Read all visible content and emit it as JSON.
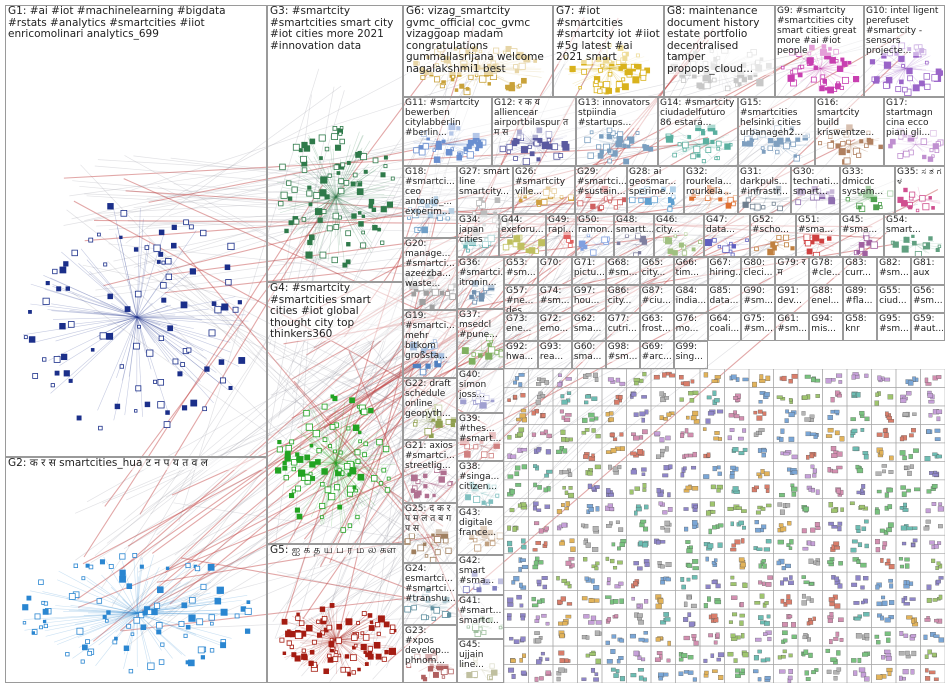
{
  "graph": {
    "groups": [
      {
        "id": "G1",
        "text": "G1: #ai #iot #machinelearning #bigdata #rstats #analytics #smartcities #iiot enricomolinari analytics_699",
        "color": "#1b2f8a"
      },
      {
        "id": "G2",
        "text": "G2: क र स smartcities_hua ट न प य त व ल",
        "color": "#2a86d1"
      },
      {
        "id": "G3",
        "text": "G3: #smartcity #smartcities smart city #iot cities more 2021 #innovation data",
        "color": "#2f7a4a"
      },
      {
        "id": "G4",
        "text": "G4: #smartcity #smartcities smart cities #iot global thought city top thinkers360",
        "color": "#22a322"
      },
      {
        "id": "G5",
        "text": "G5: ஐ க த ய ப ர ம ல கள",
        "color": "#a51c12"
      },
      {
        "id": "G6",
        "text": "G6: vizag_smartcity gvmc_official coc_gvmc vizaggoap madam congratulations gummallasrijana welcome nagalakshmi1 best",
        "color": "#c9a23a"
      },
      {
        "id": "G7",
        "text": "G7: #iot #smartcities #smartcity iot #iiot #5g latest #ai 2021 smart",
        "color": "#d9b21c"
      },
      {
        "id": "G8",
        "text": "G8: maintenance document history estate portfolio decentralised tamper propops_cloud...",
        "color": "#c7c7c7"
      },
      {
        "id": "G9",
        "text": "G9: #smartcity #smartcities city smart cities great more #ai #iot people",
        "color": "#c83fb0"
      },
      {
        "id": "G10",
        "text": "G10: intel ligent perefuset #smartcity - sensors projecte...",
        "color": "#9a64c8"
      },
      {
        "id": "G11",
        "text": "G11: #smartcity bewerben citylabberlin #berlin...",
        "color": "#6a8fd0"
      },
      {
        "id": "G12",
        "text": "G12: र क य alliencear airportbilaspur त म स",
        "color": "#5a5aa0"
      },
      {
        "id": "G13",
        "text": "G13: innovators stpiindia #startups...",
        "color": "#7a9fc0"
      },
      {
        "id": "G14",
        "text": "G14: #smartcity ciudadelfuturo 86 estará...",
        "color": "#5ab0a0"
      },
      {
        "id": "G15",
        "text": "G15: #smartcities helsinki cities urbanageh2...",
        "color": "#80a0c0"
      },
      {
        "id": "G16",
        "text": "G16: smartcity build kriswentze...",
        "color": "#b08060"
      },
      {
        "id": "G17",
        "text": "G17: startmagn cina ecco piani gli...",
        "color": "#c090d0"
      },
      {
        "id": "G18",
        "text": "G18: #smartci... ceo antonio_... experim...",
        "color": "#6fa0c8"
      },
      {
        "id": "G27",
        "text": "G27: smart line smartcity...",
        "color": "#bbbbbb"
      },
      {
        "id": "G26",
        "text": "G26: #smartcity ville...",
        "color": "#d0a040"
      },
      {
        "id": "G29",
        "text": "G29: #smartci... #sustain...",
        "color": "#d06060"
      },
      {
        "id": "G28",
        "text": "G28: ai geosmar... sperime...",
        "color": "#60a0d0"
      },
      {
        "id": "G32",
        "text": "G32: rourkela... rourkela...",
        "color": "#e07030"
      },
      {
        "id": "G31",
        "text": "G31: darkpuls... #infrastr...",
        "color": "#708090"
      },
      {
        "id": "G30",
        "text": "G30: technati... smart...",
        "color": "#9070b0"
      },
      {
        "id": "G33",
        "text": "G33: dmicdc system...",
        "color": "#50a050"
      },
      {
        "id": "G35",
        "text": "G35: ಸ ತ ಗ ಳ",
        "color": "#d05090"
      },
      {
        "id": "G20",
        "text": "G20: manage... #smartci... azeezba... waste...",
        "color": "#a0a0a0"
      },
      {
        "id": "G34",
        "text": "G34: japan cities",
        "color": "#60b0b0"
      },
      {
        "id": "G44",
        "text": "G44: exeforu...",
        "color": "#c0c060"
      },
      {
        "id": "G49",
        "text": "G49: rapi...",
        "color": "#e06060"
      },
      {
        "id": "G50",
        "text": "G50: ramon...",
        "color": "#80a0e0"
      },
      {
        "id": "G48",
        "text": "G48: smartt...",
        "color": "#8080a0"
      },
      {
        "id": "G46",
        "text": "G46: city...",
        "color": "#a0c080"
      },
      {
        "id": "G47",
        "text": "G47: data...",
        "color": "#6060c0"
      },
      {
        "id": "G52",
        "text": "G52: #scho...",
        "color": "#c08040"
      },
      {
        "id": "G51",
        "text": "G51: #sma...",
        "color": "#d04040"
      },
      {
        "id": "G45_",
        "text": "G45: #sma...",
        "color": "#a060a0"
      },
      {
        "id": "G54",
        "text": "G54: smart...",
        "color": "#60a080"
      },
      {
        "id": "G36",
        "text": "G36: #smartci... itronin...",
        "color": "#7090b0"
      },
      {
        "id": "G19",
        "text": "G19: #smartci... mehr bitkom großsta...",
        "color": "#5080c0"
      },
      {
        "id": "G22",
        "text": "G22: draft schedule online geopyth...",
        "color": "#90a050"
      },
      {
        "id": "G21",
        "text": "G21: axios #smartci... streetlig...",
        "color": "#b07090"
      },
      {
        "id": "G25",
        "text": "G25: द क र प म ल त ब ग प स",
        "color": "#a08060"
      },
      {
        "id": "G24",
        "text": "G24: esmartci... #smartci... #transhu...",
        "color": "#6090a0"
      },
      {
        "id": "G23",
        "text": "G23: #xpos develop... phnom...",
        "color": "#b06060"
      },
      {
        "id": "G37",
        "text": "G37: msedcl #pune...",
        "color": "#80b060"
      },
      {
        "id": "G40",
        "text": "G40: simon joss...",
        "color": "#a0a0d0"
      },
      {
        "id": "G39",
        "text": "G39: #thes... #smart...",
        "color": "#d08080"
      },
      {
        "id": "G38",
        "text": "G38: #singa... citizen...",
        "color": "#80c0c0"
      },
      {
        "id": "G43",
        "text": "G43: digitale france...",
        "color": "#c0a080"
      },
      {
        "id": "G42",
        "text": "G42: smart #sma...",
        "color": "#8080c0"
      },
      {
        "id": "G41",
        "text": "G41: #smart... smartc...",
        "color": "#a0c0a0"
      },
      {
        "id": "G45",
        "text": "G45: ujjain line...",
        "color": "#c0c0a0"
      }
    ],
    "small_labels": [
      "G53: #sm...",
      "G70:",
      "G71: pictu...",
      "G68: #sm...",
      "G65: city...",
      "G66: tim...",
      "G67: hiring...",
      "G80: cleci...",
      "G79: र म",
      "G78: #cle...",
      "G83: curr...",
      "G82: #sm...",
      "G81: aux",
      "G57: #ne... des...",
      "G74: #sm...",
      "G97: hou...",
      "G86: city...",
      "G87: #ciu...",
      "G84: india...",
      "G85: data...",
      "G90: #sm...",
      "G91: dev...",
      "G88: enel...",
      "G89: #fla...",
      "G55: ciud...",
      "G56: #sm...",
      "G73: ene...",
      "G72: emo...",
      "G62: sma...",
      "G77: cutri...",
      "G63: frost...",
      "G76: mo...",
      "G64: coali...",
      "G75: #sm...",
      "G61: #sm...",
      "G94: mis...",
      "G58: knr",
      "G95: #sm...",
      "G59: #aut...",
      "G92: hwa...",
      "G93: rea...",
      "G60: sma...",
      "G98: #sm...",
      "G69: #arc...",
      "G99: sing..."
    ]
  }
}
